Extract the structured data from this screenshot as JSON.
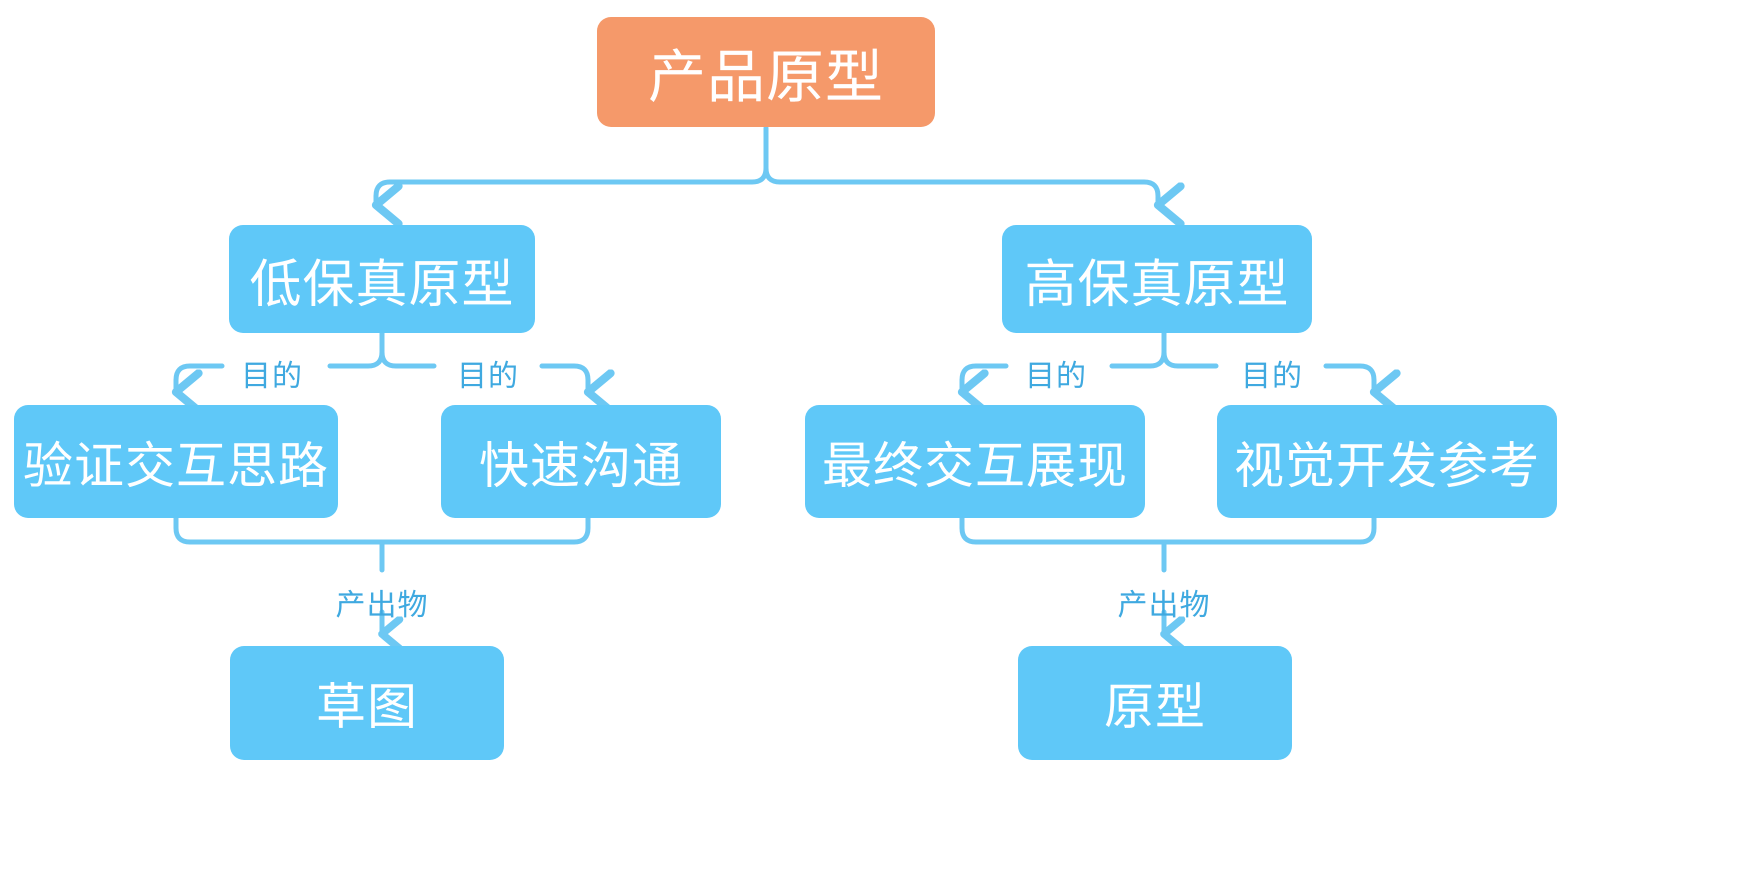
{
  "diagram": {
    "title": "产品原型",
    "type": "mindmap-tree",
    "colors": {
      "root_fill": "#F5996A",
      "node_fill": "#5FC8F8",
      "connector": "#6DC8F3",
      "label_text": "#3FA9E0",
      "node_text": "#FFFFFF",
      "background": "#FFFFFF"
    },
    "root": {
      "label": "产品原型"
    },
    "branches": [
      {
        "label": "低保真原型",
        "purposes": [
          {
            "edge_label": "目的",
            "label": "验证交互思路"
          },
          {
            "edge_label": "目的",
            "label": "快速沟通"
          }
        ],
        "output": {
          "edge_label": "产出物",
          "label": "草图"
        }
      },
      {
        "label": "高保真原型",
        "purposes": [
          {
            "edge_label": "目的",
            "label": "最终交互展现"
          },
          {
            "edge_label": "目的",
            "label": "视觉开发参考"
          }
        ],
        "output": {
          "edge_label": "产出物",
          "label": "原型"
        }
      }
    ]
  }
}
